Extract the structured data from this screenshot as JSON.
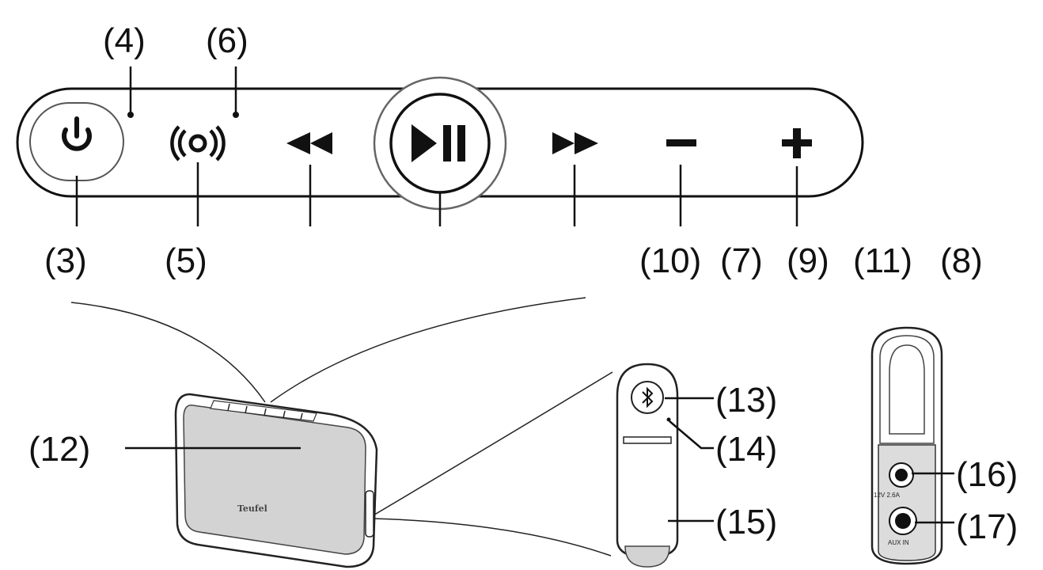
{
  "diagram": {
    "callouts": {
      "c4": "(4)",
      "c6": "(6)",
      "c3": "(3)",
      "c5": "(5)",
      "c10": "(10)",
      "c7": "(7)",
      "c9": "(9)",
      "c11": "(11)",
      "c8": "(8)",
      "c12": "(12)",
      "c13": "(13)",
      "c14": "(14)",
      "c15": "(15)",
      "c16": "(16)",
      "c17": "(17)"
    },
    "speaker_brand": "Teufel",
    "dc_port_label": "12V 2.6A",
    "aux_label": "AUX IN"
  },
  "icons": {
    "power": "power-icon",
    "party": "party-mode-icon",
    "rewind": "rewind-icon",
    "play_pause": "play-pause-icon",
    "forward": "fast-forward-icon",
    "minus": "volume-down-icon",
    "plus": "volume-up-icon",
    "bluetooth": "bluetooth-icon"
  },
  "colors": {
    "ink": "#111111",
    "panel": "#ffffff",
    "speaker_front": "#d3d3d3",
    "port_bg": "#dcdcdc"
  }
}
